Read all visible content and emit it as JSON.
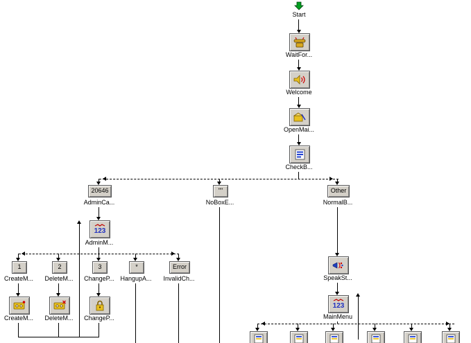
{
  "diagram": {
    "labels": {
      "start": "Start",
      "wait_for": "WaitFor...",
      "welcome": "Welcome",
      "open_mail": "OpenMai...",
      "check_box": "CheckB...",
      "admin_call": "AdminCa...",
      "no_box": "NoBoxE...",
      "normal_box": "NormalB...",
      "admin_menu": "AdminM...",
      "create_msg_case": "CreateM...",
      "delete_msg_case": "DeleteM...",
      "change_pwd_case": "ChangeP...",
      "hangup_case": "HangupA...",
      "invalid_case": "InvalidCh...",
      "create_msg_action": "CreateM...",
      "delete_msg_action": "DeleteM...",
      "change_pwd_action": "ChangeP...",
      "speak_statement": "SpeakSt...",
      "main_menu": "MainMenu"
    },
    "cases": {
      "admin_number": "20646",
      "empty": "\"\"",
      "other": "Other",
      "one": "1",
      "two": "2",
      "three": "3",
      "star": "*",
      "error": "Error"
    },
    "icon_text": {
      "menu_digits": "123"
    },
    "colors": {
      "background": "#ffffff",
      "node_fill": "#d4d0c8",
      "connector": "#000000",
      "icon_yellow": "#e0b020",
      "icon_red": "#d00000",
      "icon_blue": "#2030c0",
      "icon_green": "#00a020"
    }
  }
}
